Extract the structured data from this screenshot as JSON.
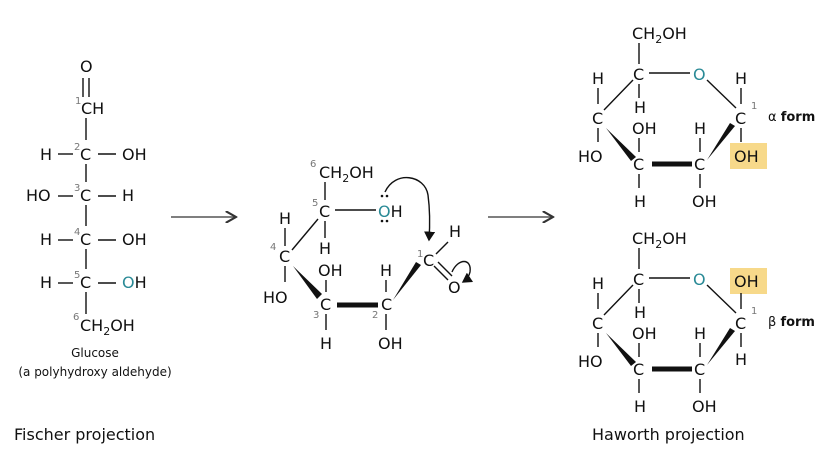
{
  "fischer": {
    "title": "Fischer projection",
    "name": "Glucose",
    "subtitle": "(a polyhydroxy aldehyde)",
    "o_top": "O",
    "c1": "CH",
    "rows": [
      {
        "num": "2",
        "left": "H",
        "center": "C",
        "right": "OH"
      },
      {
        "num": "3",
        "left": "HO",
        "center": "C",
        "right": "H"
      },
      {
        "num": "4",
        "left": "H",
        "center": "C",
        "right": "OH"
      },
      {
        "num": "5",
        "left": "H",
        "center": "C",
        "right_o": "O",
        "right_h": "H"
      }
    ],
    "num1": "1",
    "num6": "6",
    "c6": "CH",
    "c6_sub": "2",
    "c6_tail": "OH"
  },
  "intermediate": {
    "num6": "6",
    "ch2oh_a": "CH",
    "ch2oh_sub": "2",
    "ch2oh_b": "OH",
    "num5": "5",
    "c5": "C",
    "o5": "O",
    "h5": "H",
    "lone_pair": "..",
    "c5_h": "H",
    "num4": "4",
    "c4": "C",
    "c4_h": "H",
    "c4_ho": "HO",
    "num3": "3",
    "c3": "C",
    "c3_oh": "OH",
    "c3_h": "H",
    "num2": "2",
    "c2": "C",
    "c2_h": "H",
    "c2_oh": "OH",
    "num1": "1",
    "c1": "C",
    "c1_h": "H",
    "c1_o": "O"
  },
  "haworth": {
    "title": "Haworth projection",
    "alpha": {
      "label_greek": "α",
      "label_text": "form",
      "ch2oh_a": "CH",
      "ch2oh_sub": "2",
      "ch2oh_b": "OH",
      "ring_o": "O",
      "c1_top": "H",
      "c1_bottom": "OH",
      "num1": "1",
      "c": "C",
      "h": "H",
      "oh": "OH",
      "ho": "HO"
    },
    "beta": {
      "label_greek": "β",
      "label_text": "form",
      "ch2oh_a": "CH",
      "ch2oh_sub": "2",
      "ch2oh_b": "OH",
      "ring_o": "O",
      "c1_top": "OH",
      "c1_bottom": "H",
      "num1": "1",
      "c": "C",
      "h": "H",
      "oh": "OH",
      "ho": "HO"
    },
    "highlight_color": "#f7d98a"
  },
  "colors": {
    "text": "#111111",
    "oxygen_highlight": "#2a8a96",
    "arrow": "#555555",
    "numbers": "#777777"
  },
  "arrows": [
    {
      "name": "fischer-to-intermediate"
    },
    {
      "name": "intermediate-to-haworth"
    }
  ]
}
